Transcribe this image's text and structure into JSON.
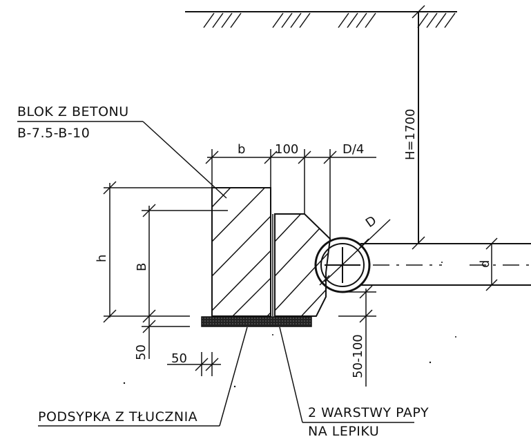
{
  "labels": {
    "block_line1": "BLOK Z BETONU",
    "block_line2": "B-7.5-B-10",
    "gravel": "PODSYPKA Z TŁUCZNIA",
    "tar_line1": "2 WARSTWY PAPY",
    "tar_line2": "NA LEPIKU"
  },
  "dimensions": {
    "b": "b",
    "gap": "100",
    "quarter_d": "D/4",
    "diameter": "D",
    "height": "H=1700",
    "h": "h",
    "B": "B",
    "inner_d": "d",
    "base_50_vertical": "50",
    "base_50_horizontal": "50",
    "range": "50-100"
  }
}
